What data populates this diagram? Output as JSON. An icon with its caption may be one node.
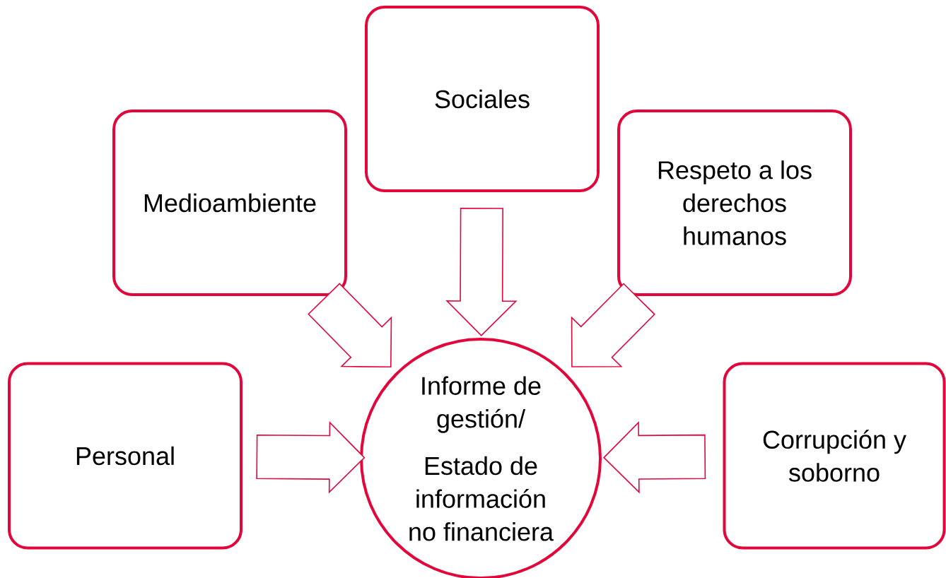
{
  "diagram": {
    "nodes": [
      {
        "text": [
          "Sociales"
        ]
      },
      {
        "text": [
          "Medioambiente"
        ]
      },
      {
        "text": [
          "Respeto a los derechos humanos"
        ]
      },
      {
        "text": [
          "Personal"
        ]
      },
      {
        "text": [
          "Informe de gestión/",
          "Estado de información no financiera"
        ]
      },
      {
        "text": [
          "Corrupción y soborno"
        ]
      }
    ],
    "edges": [
      {
        "from": 0,
        "to": 4,
        "arrow": "to"
      },
      {
        "from": 1,
        "to": 4,
        "arrow": "to"
      },
      {
        "from": 2,
        "to": 4,
        "arrow": "to"
      },
      {
        "from": 3,
        "to": 4,
        "arrow": "to"
      },
      {
        "from": 5,
        "to": 4,
        "arrow": "to"
      }
    ]
  }
}
